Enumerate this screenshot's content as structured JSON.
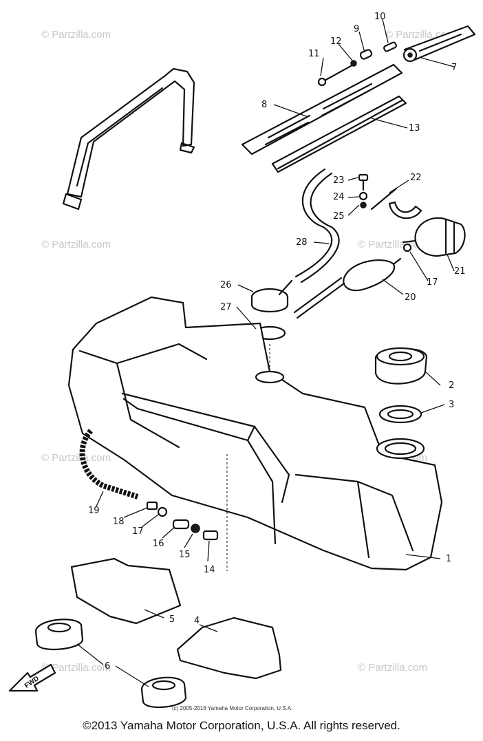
{
  "watermark": {
    "text": "© Partzilla.com"
  },
  "fwd_label": "FWD",
  "inner_copyright": "(c) 2005-2016 Yamaha Motor Corporation, U.S.A.",
  "footer_copyright": "©2013 Yamaha Motor Corporation, U.S.A. All rights reserved.",
  "callouts": {
    "c1": "1",
    "c2": "2",
    "c3": "3",
    "c4": "4",
    "c5": "5",
    "c6": "6",
    "c7": "7",
    "c8": "8",
    "c9": "9",
    "c10": "10",
    "c11": "11",
    "c12": "12",
    "c13": "13",
    "c14": "14",
    "c15": "15",
    "c16": "16",
    "c17a": "17",
    "c17b": "17",
    "c18": "18",
    "c19": "19",
    "c20": "20",
    "c21": "21",
    "c22": "22",
    "c23": "23",
    "c24": "24",
    "c25": "25",
    "c26": "26",
    "c27": "27",
    "c28": "28"
  }
}
